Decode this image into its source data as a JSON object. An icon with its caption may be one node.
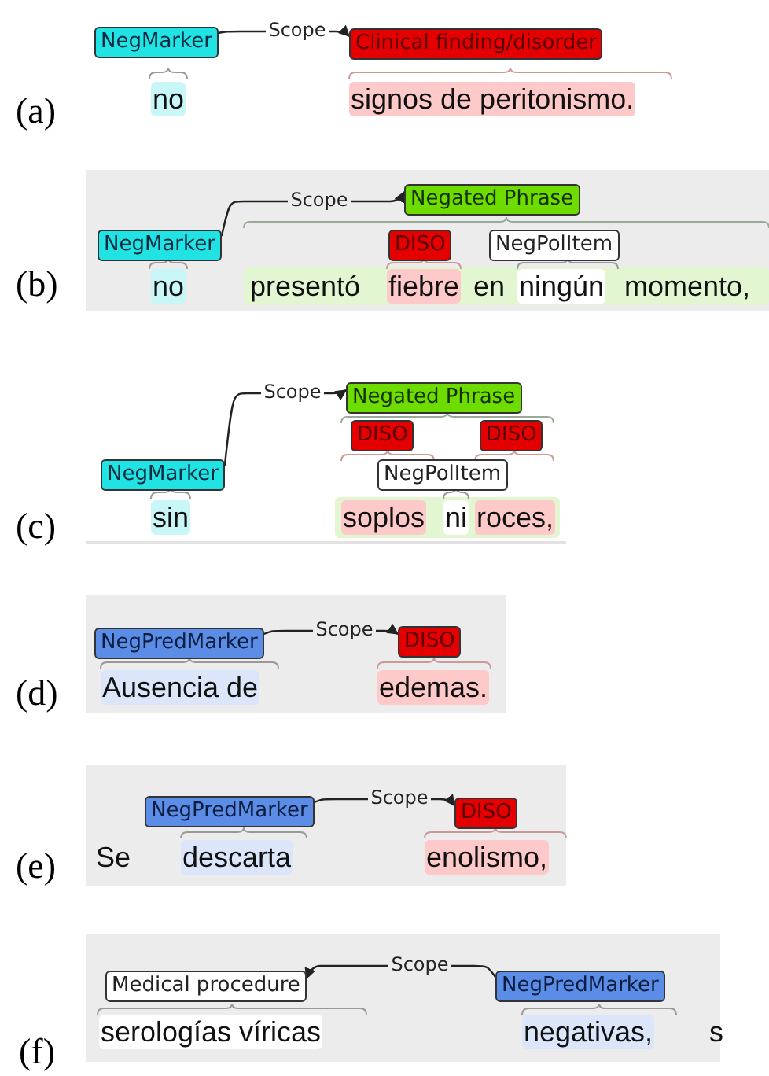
{
  "diagram": {
    "nodes": [
      {
        "text": [
          "NegMarker"
        ]
      },
      {
        "text": [
          "Clinical finding/disorder"
        ]
      },
      {
        "text": [
          "Negated Phrase"
        ]
      },
      {
        "text": [
          "NegMarker"
        ]
      },
      {
        "text": [
          "DISO"
        ]
      },
      {
        "text": [
          "NegPolItem"
        ]
      },
      {
        "text": [
          "Negated Phrase"
        ]
      },
      {
        "text": [
          "DISO"
        ]
      },
      {
        "text": [
          "DISO"
        ]
      },
      {
        "text": [
          "NegMarker"
        ]
      },
      {
        "text": [
          "NegPolItem"
        ]
      },
      {
        "text": [
          "NegPredMarker"
        ]
      },
      {
        "text": [
          "DISO"
        ]
      },
      {
        "text": [
          "NegPredMarker"
        ]
      },
      {
        "text": [
          "DISO"
        ]
      },
      {
        "text": [
          "Medical procedure"
        ]
      },
      {
        "text": [
          "NegPredMarker"
        ]
      }
    ],
    "edges": [
      {
        "from": 0,
        "to": 1,
        "arrow": "to",
        "label": "Scope"
      },
      {
        "from": 3,
        "to": 2,
        "arrow": "to",
        "label": "Scope"
      },
      {
        "from": 9,
        "to": 6,
        "arrow": "to",
        "label": "Scope"
      },
      {
        "from": 11,
        "to": 12,
        "arrow": "to",
        "label": "Scope"
      },
      {
        "from": 13,
        "to": 14,
        "arrow": "to",
        "label": "Scope"
      },
      {
        "from": 16,
        "to": 15,
        "arrow": "to",
        "label": "Scope"
      }
    ],
    "labels": [
      "(a)",
      "no",
      "signos de peritonismo.",
      "(b)",
      "no",
      "presentó",
      "fiebre",
      "en",
      "ningún",
      "momento,",
      "(c)",
      "sin",
      "soplos",
      "ni",
      "roces,",
      "(d)",
      "Ausencia de",
      "edemas.",
      "(e)",
      "Se",
      "descarta",
      "enolismo,",
      "(f)",
      "serologías víricas",
      "negativas,",
      "s"
    ]
  }
}
